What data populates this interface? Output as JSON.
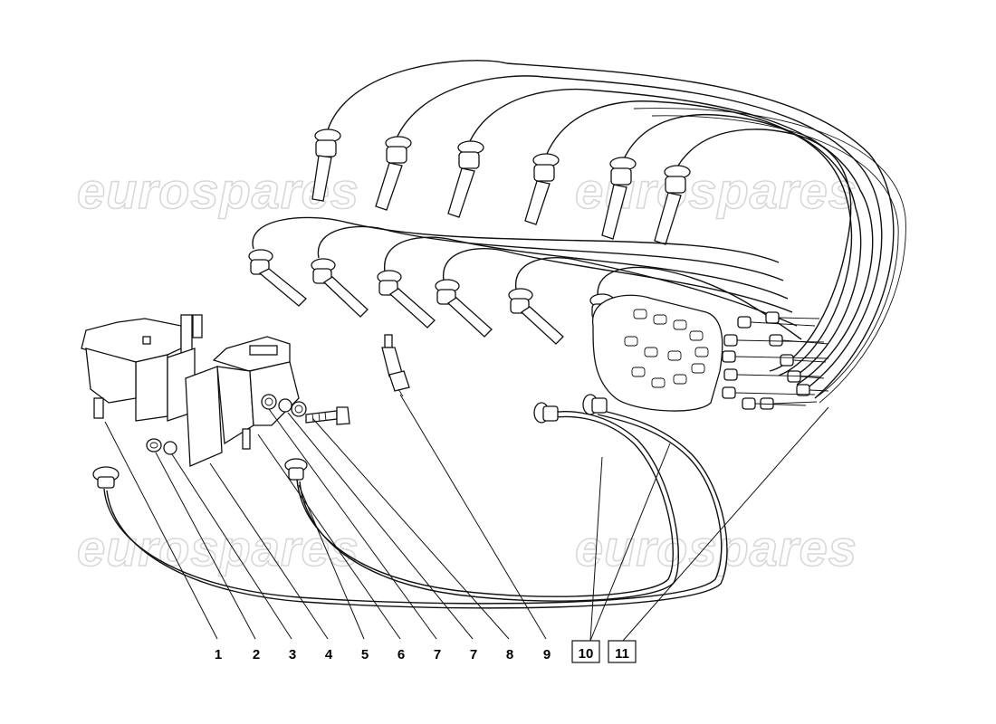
{
  "watermarks": [
    "eurospares",
    "eurospares",
    "eurospares",
    "eurospares"
  ],
  "callouts": [
    {
      "label": "1",
      "boxed": false
    },
    {
      "label": "2",
      "boxed": false
    },
    {
      "label": "3",
      "boxed": false
    },
    {
      "label": "4",
      "boxed": false
    },
    {
      "label": "5",
      "boxed": false
    },
    {
      "label": "6",
      "boxed": false
    },
    {
      "label": "7",
      "boxed": false
    },
    {
      "label": "7",
      "boxed": false
    },
    {
      "label": "8",
      "boxed": false
    },
    {
      "label": "9",
      "boxed": false
    },
    {
      "label": "10",
      "boxed": true
    },
    {
      "label": "11",
      "boxed": true
    }
  ],
  "colors": {
    "ink": "#111111",
    "watermark": "#d8d8d8",
    "background": "#ffffff"
  }
}
